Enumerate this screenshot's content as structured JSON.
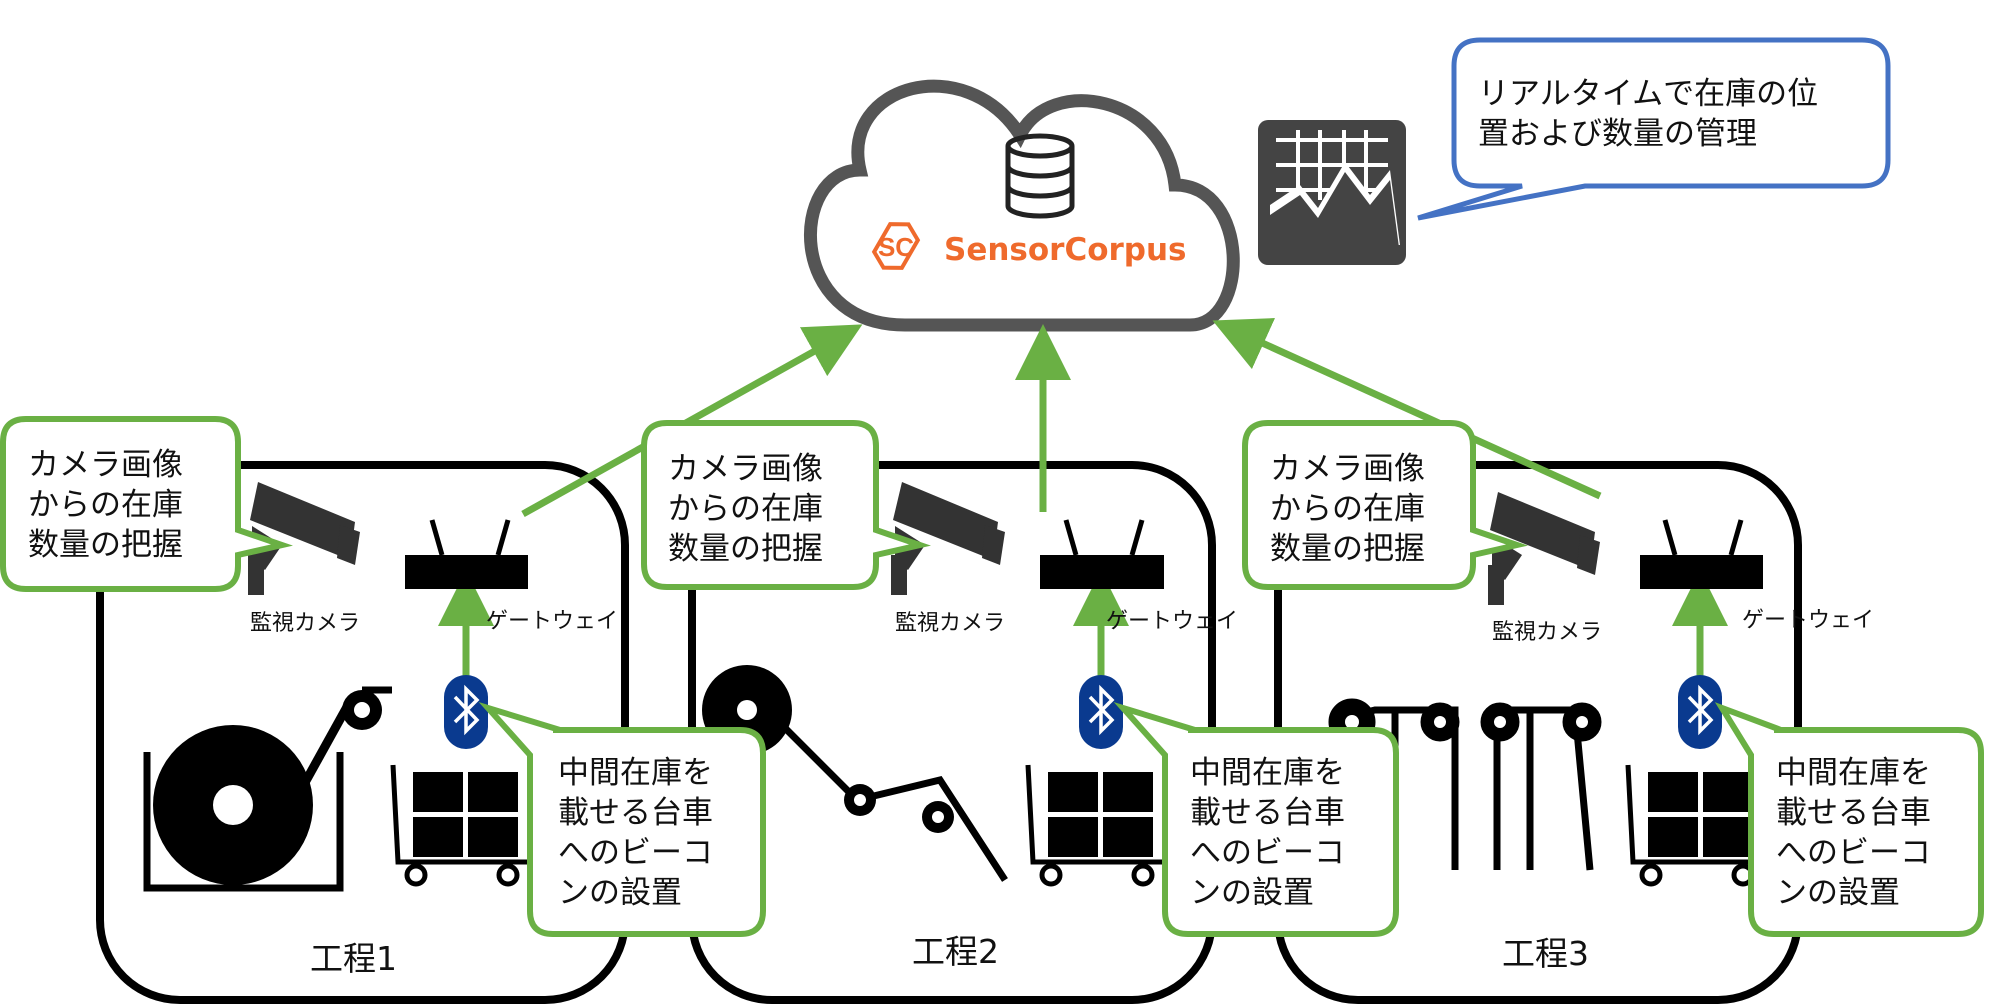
{
  "cloud": {
    "brand_name": "SensorCorpus",
    "logo_letters": "SC"
  },
  "dashboard": {
    "icon": "dashboard-chart-icon",
    "callout": [
      "リアルタイムで在庫の位",
      "置および数量の管理"
    ]
  },
  "processes": [
    {
      "label": "工程1",
      "camera_label": "監視カメラ",
      "gateway_label": "ゲートウェイ",
      "camera_callout": [
        "カメラ画像",
        "からの在庫",
        "数量の把握"
      ],
      "beacon_callout": [
        "中間在庫を",
        "載せる台車",
        "へのビーコ",
        "ンの設置"
      ]
    },
    {
      "label": "工程2",
      "camera_label": "監視カメラ",
      "gateway_label": "ゲートウェイ",
      "camera_callout": [
        "カメラ画像",
        "からの在庫",
        "数量の把握"
      ],
      "beacon_callout": [
        "中間在庫を",
        "載せる台車",
        "へのビーコ",
        "ンの設置"
      ]
    },
    {
      "label": "工程3",
      "camera_label": "監視カメラ",
      "gateway_label": "ゲートウェイ",
      "camera_callout": [
        "カメラ画像",
        "からの在庫",
        "数量の把握"
      ],
      "beacon_callout": [
        "中間在庫を",
        "載せる台車",
        "へのビーコ",
        "ンの設置"
      ]
    }
  ],
  "colors": {
    "arrow": "#6ab044",
    "callout_border": "#6ab044",
    "speech_border": "#4472c4",
    "outline": "#000000",
    "cloud_stroke": "#555555",
    "brand": "#ef6a2c",
    "bluetooth": "#0a3a8f"
  }
}
